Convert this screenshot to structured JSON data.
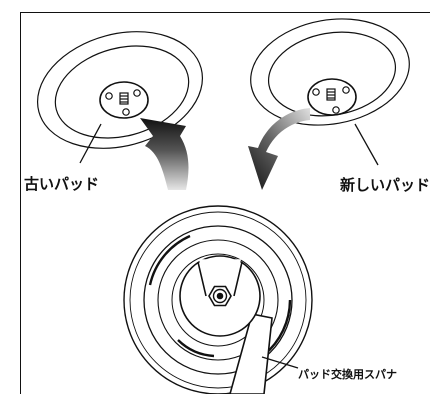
{
  "labels": {
    "old_pad": "古いパッド",
    "new_pad": "新しいパッド",
    "wrench": "パッド交換用スパナ"
  },
  "colors": {
    "line": "#111111",
    "arrow_dark": "#111111",
    "arrow_light": "#d6d6d6",
    "background": "#ffffff"
  },
  "icons": {
    "pad": "sanding-pad-icon",
    "arrow": "curved-arrow-icon",
    "wrench": "spanner-icon"
  }
}
